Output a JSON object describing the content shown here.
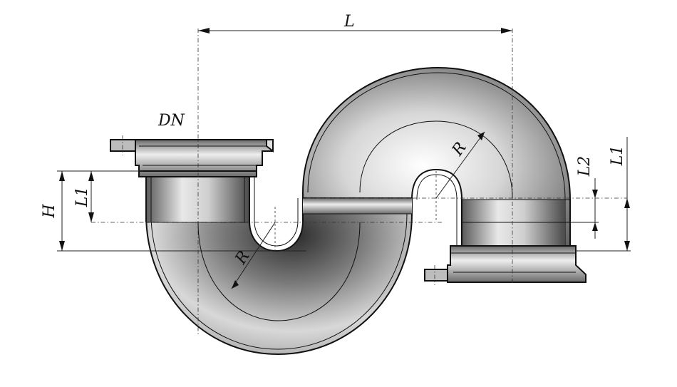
{
  "drawing": {
    "labels": {
      "L": "L",
      "DN": "DN",
      "H": "H",
      "L1_left": "L1",
      "L1_right": "L1",
      "L2": "L2",
      "R_left": "R",
      "R_right": "R"
    },
    "colors": {
      "pipe_dark": "#3a3a3a",
      "pipe_mid": "#9a9a9a",
      "pipe_light": "#f2f2f2",
      "outline": "#111111"
    }
  }
}
